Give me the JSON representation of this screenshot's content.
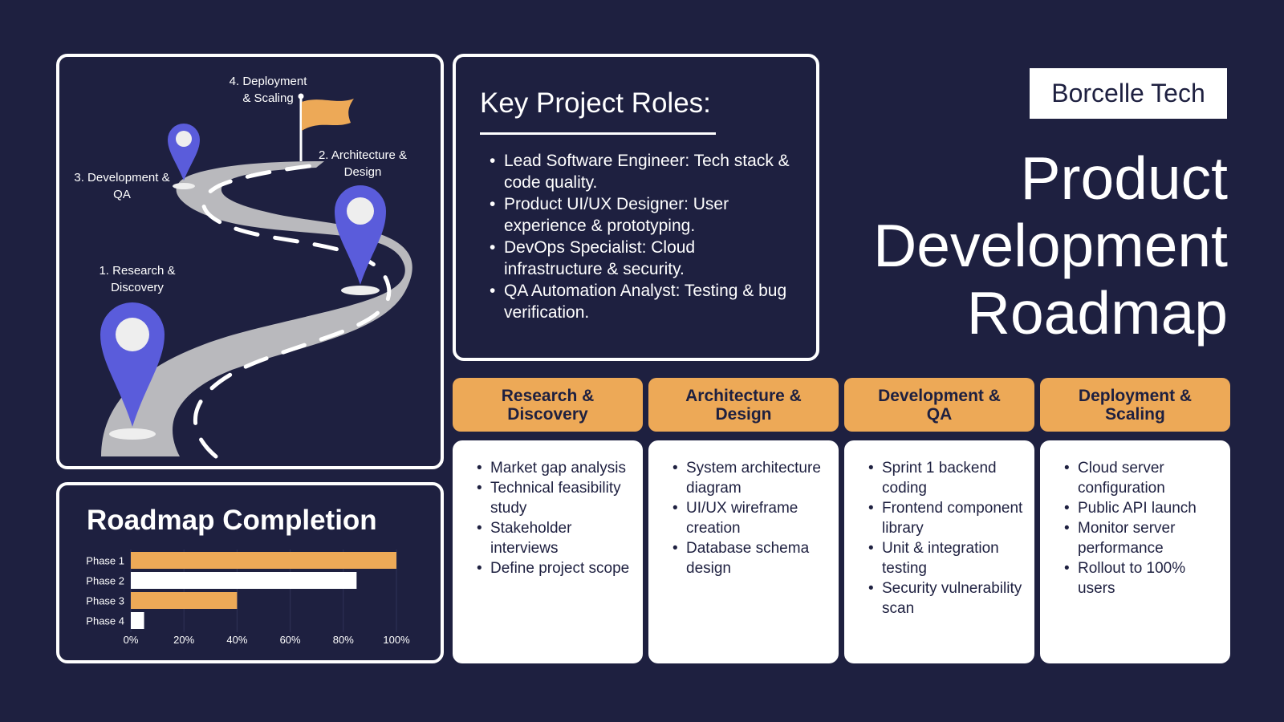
{
  "brand": "Borcelle Tech",
  "title_lines": [
    "Product",
    "Development",
    "Roadmap"
  ],
  "colors": {
    "background": "#1e2040",
    "accent": "#eda957",
    "pin": "#5a5cdb",
    "road": "#b9b9bd"
  },
  "map": {
    "labels": [
      {
        "text_lines": [
          "4. Deployment",
          "& Scaling"
        ]
      },
      {
        "text_lines": [
          "2. Architecture &",
          "Design"
        ]
      },
      {
        "text_lines": [
          "3. Development &",
          "QA"
        ]
      },
      {
        "text_lines": [
          "1. Research &",
          "Discovery"
        ]
      }
    ]
  },
  "roles": {
    "title": "Key Project Roles:",
    "items": [
      "Lead Software Engineer: Tech stack & code quality.",
      "Product UI/UX Designer: User experience & prototyping.",
      "DevOps Specialist: Cloud infrastructure & security.",
      "QA Automation Analyst: Testing & bug verification."
    ]
  },
  "phases": [
    {
      "title_lines": [
        "Research &",
        "Discovery"
      ],
      "items": [
        "Market gap analysis",
        "Technical feasibility study",
        "Stakeholder interviews",
        "Define project scope"
      ]
    },
    {
      "title_lines": [
        "Architecture &",
        "Design"
      ],
      "items": [
        "System architecture diagram",
        "UI/UX wireframe creation",
        "Database schema design"
      ]
    },
    {
      "title_lines": [
        "Development &",
        "QA"
      ],
      "items": [
        "Sprint 1 backend coding",
        "Frontend component library",
        "Unit & integration testing",
        "Security vulnerability scan"
      ]
    },
    {
      "title_lines": [
        "Deployment &",
        "Scaling"
      ],
      "items": [
        "Cloud server configuration",
        "Public API launch",
        "Monitor server performance",
        "Rollout to 100% users"
      ]
    }
  ],
  "completion": {
    "title": "Roadmap Completion"
  },
  "chart_data": {
    "type": "bar",
    "orientation": "horizontal",
    "categories": [
      "Phase 1",
      "Phase 2",
      "Phase 3",
      "Phase 4"
    ],
    "values": [
      100,
      85,
      40,
      5
    ],
    "bar_colors": [
      "#eda957",
      "#ffffff",
      "#eda957",
      "#ffffff"
    ],
    "xlim": [
      0,
      100
    ],
    "xticks": [
      "0%",
      "20%",
      "40%",
      "60%",
      "80%",
      "100%"
    ],
    "grid": true
  }
}
